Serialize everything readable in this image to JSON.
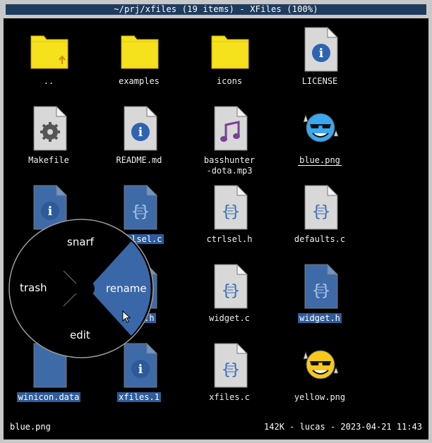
{
  "window": {
    "title": "~/prj/xfiles (19 items) - XFiles (100%)"
  },
  "files": [
    {
      "name": "..",
      "type": "folder-up",
      "selected": false
    },
    {
      "name": "examples",
      "type": "folder",
      "selected": false
    },
    {
      "name": "icons",
      "type": "folder",
      "selected": false
    },
    {
      "name": "LICENSE",
      "type": "info-document",
      "selected": false
    },
    {
      "name": "Makefile",
      "type": "gear-document",
      "selected": false
    },
    {
      "name": "README.md",
      "type": "info-document",
      "selected": false
    },
    {
      "name": "basshunter\n-dota.mp3",
      "type": "music-document",
      "selected": false
    },
    {
      "name": "blue.png",
      "type": "blue-smiley",
      "selected": false,
      "underlined": true
    },
    {
      "name": "",
      "type": "info-document",
      "selected": true
    },
    {
      "name": "ctrlsel.c",
      "type": "code-document",
      "selected": true
    },
    {
      "name": "ctrlsel.h",
      "type": "code-document",
      "selected": false
    },
    {
      "name": "defaults.c",
      "type": "code-document",
      "selected": false
    },
    {
      "name": "",
      "type": "code-document",
      "selected": true
    },
    {
      "name": "util.h",
      "type": "code-document",
      "selected": true
    },
    {
      "name": "widget.c",
      "type": "code-document",
      "selected": false
    },
    {
      "name": "widget.h",
      "type": "code-document",
      "selected": true
    },
    {
      "name": "winicon.data",
      "type": "plain-document",
      "selected": true
    },
    {
      "name": "xfiles.1",
      "type": "info-document",
      "selected": true
    },
    {
      "name": "xfiles.c",
      "type": "code-document",
      "selected": false
    },
    {
      "name": "yellow.png",
      "type": "yellow-smiley",
      "selected": false
    }
  ],
  "pie_menu": {
    "top": "snarf",
    "left": "trash",
    "right": "rename",
    "bottom": "edit",
    "highlighted": "rename"
  },
  "status": {
    "left": "blue.png",
    "right": "142K - lucas - 2023-04-21 11:43"
  },
  "colors": {
    "selection": "#2f5c9a",
    "folder": "#f5e11c",
    "title_bar": "#1f3c5e"
  }
}
